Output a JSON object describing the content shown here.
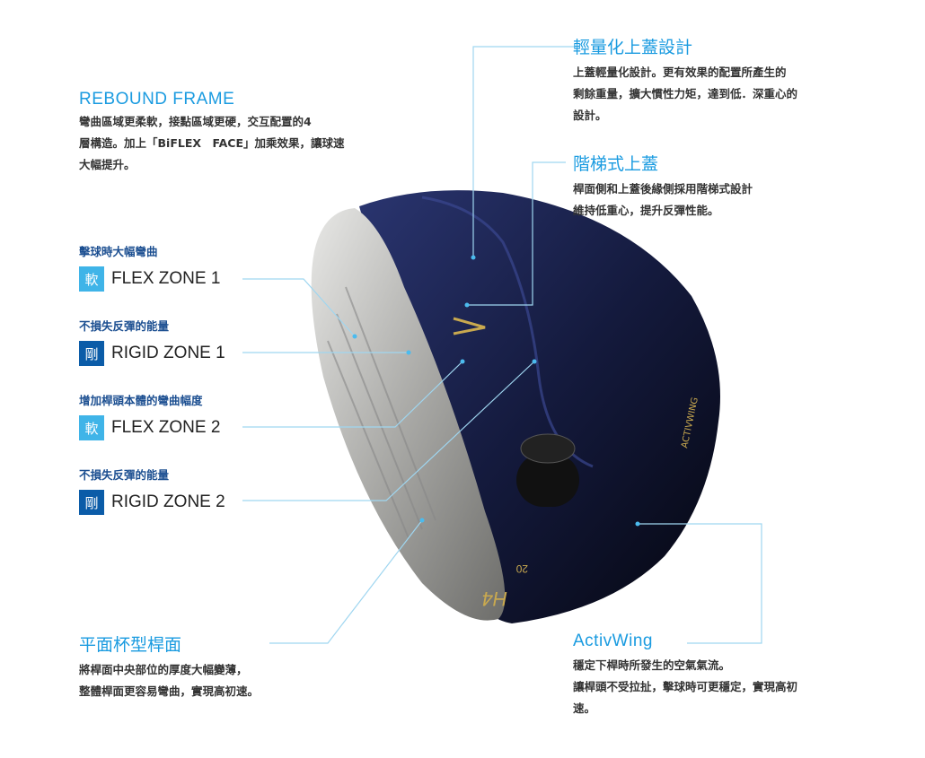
{
  "rebound": {
    "title": "REBOUND FRAME",
    "lines": [
      "彎曲區域更柔軟，接點區域更硬，交互配置的4",
      "層構造。加上「BiFLEX　FACE」加乘效果，讓球速",
      "大幅提升。"
    ]
  },
  "zones": [
    {
      "sub": "擊球時大幅彎曲",
      "badge": "軟",
      "label": "FLEX ZONE 1",
      "color": "#3fb4e8"
    },
    {
      "sub": "不損失反彈的能量",
      "badge": "剛",
      "label": "RIGID ZONE 1",
      "color": "#0b5ca8"
    },
    {
      "sub": "增加桿頭本體的彎曲幅度",
      "badge": "軟",
      "label": "FLEX ZONE 2",
      "color": "#3fb4e8"
    },
    {
      "sub": "不損失反彈的能量",
      "badge": "剛",
      "label": "RIGID ZONE 2",
      "color": "#0b5ca8"
    }
  ],
  "cupface": {
    "title": "平面杯型桿面",
    "lines": [
      "將桿面中央部位的厚度大幅變薄，",
      "整體桿面更容易彎曲，實現高初速。"
    ]
  },
  "lightcrown": {
    "title": "輕量化上蓋設計",
    "lines": [
      "上蓋輕量化設計。更有效果的配置所產生的",
      "剩餘重量，擴大慣性力矩，達到低．深重心的",
      "設計。"
    ]
  },
  "stepcrown": {
    "title": "階梯式上蓋",
    "lines": [
      "桿面側和上蓋後緣側採用階梯式設計",
      "維持低重心，提升反彈性能。"
    ]
  },
  "activwing": {
    "title": "ActivWing",
    "lines": [
      "穩定下桿時所發生的空氣氣流。",
      "讓桿頭不受拉扯，擊球時可更穩定，實現高初",
      "速。"
    ]
  },
  "product": {
    "wing_text": "ACTIVWING",
    "sole_mark": "H4",
    "loft": "20"
  },
  "colors": {
    "accent": "#1a9be0",
    "leader": "#9fd6f0",
    "navy": "#14193a"
  }
}
